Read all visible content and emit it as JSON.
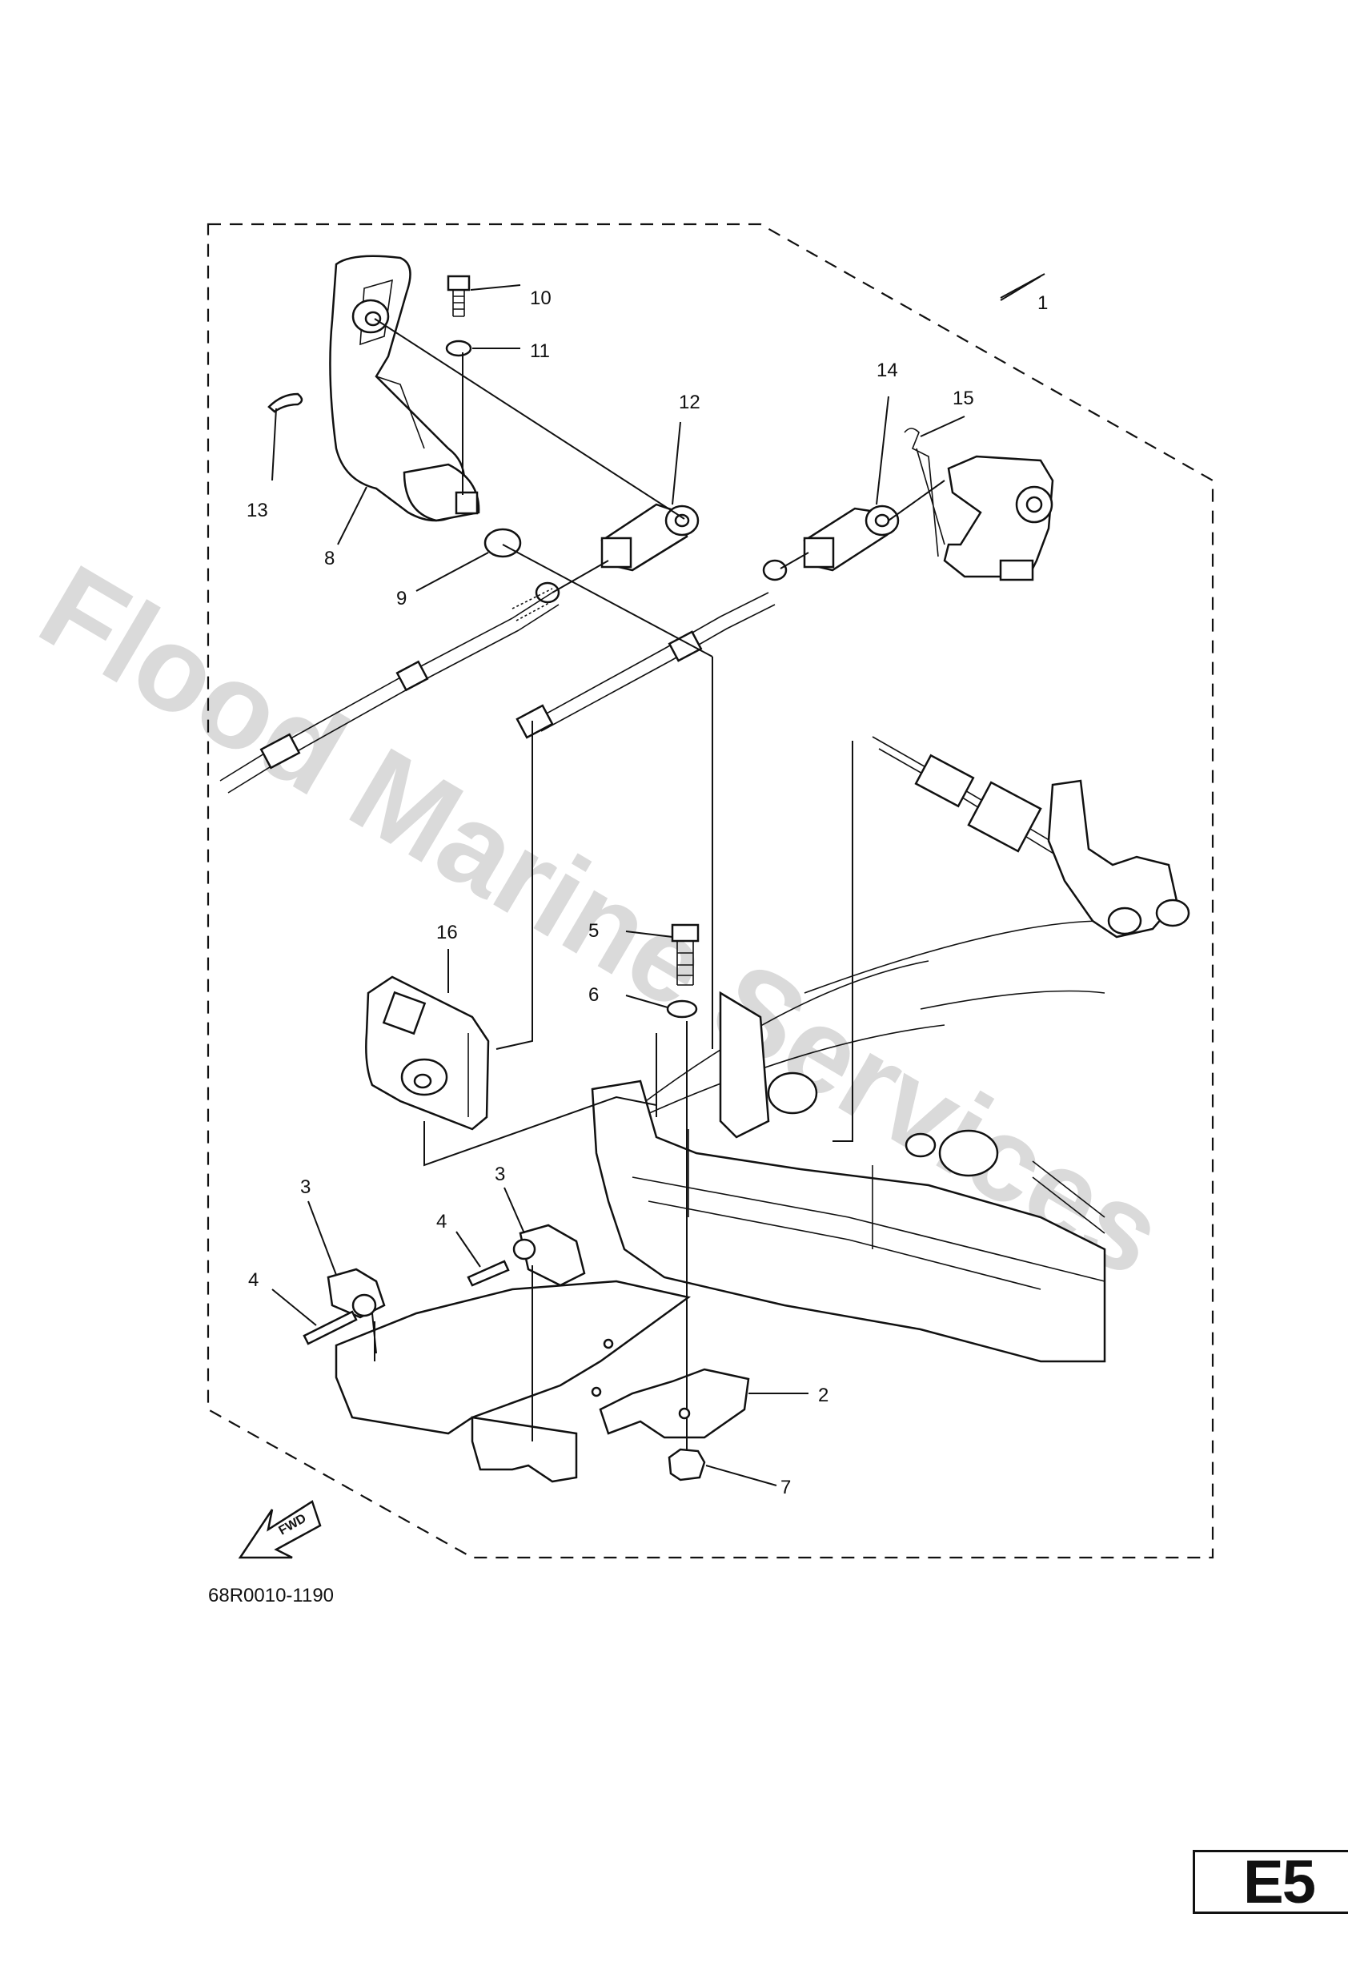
{
  "diagram": {
    "part_numbers": [
      "1",
      "2",
      "3",
      "3",
      "4",
      "4",
      "5",
      "6",
      "7",
      "8",
      "9",
      "10",
      "11",
      "12",
      "13",
      "14",
      "15",
      "16"
    ],
    "fwd_label": "FWD",
    "drawing_code": "68R0010-1190",
    "watermark": "Flood Marine Services",
    "page_id": "E5"
  }
}
